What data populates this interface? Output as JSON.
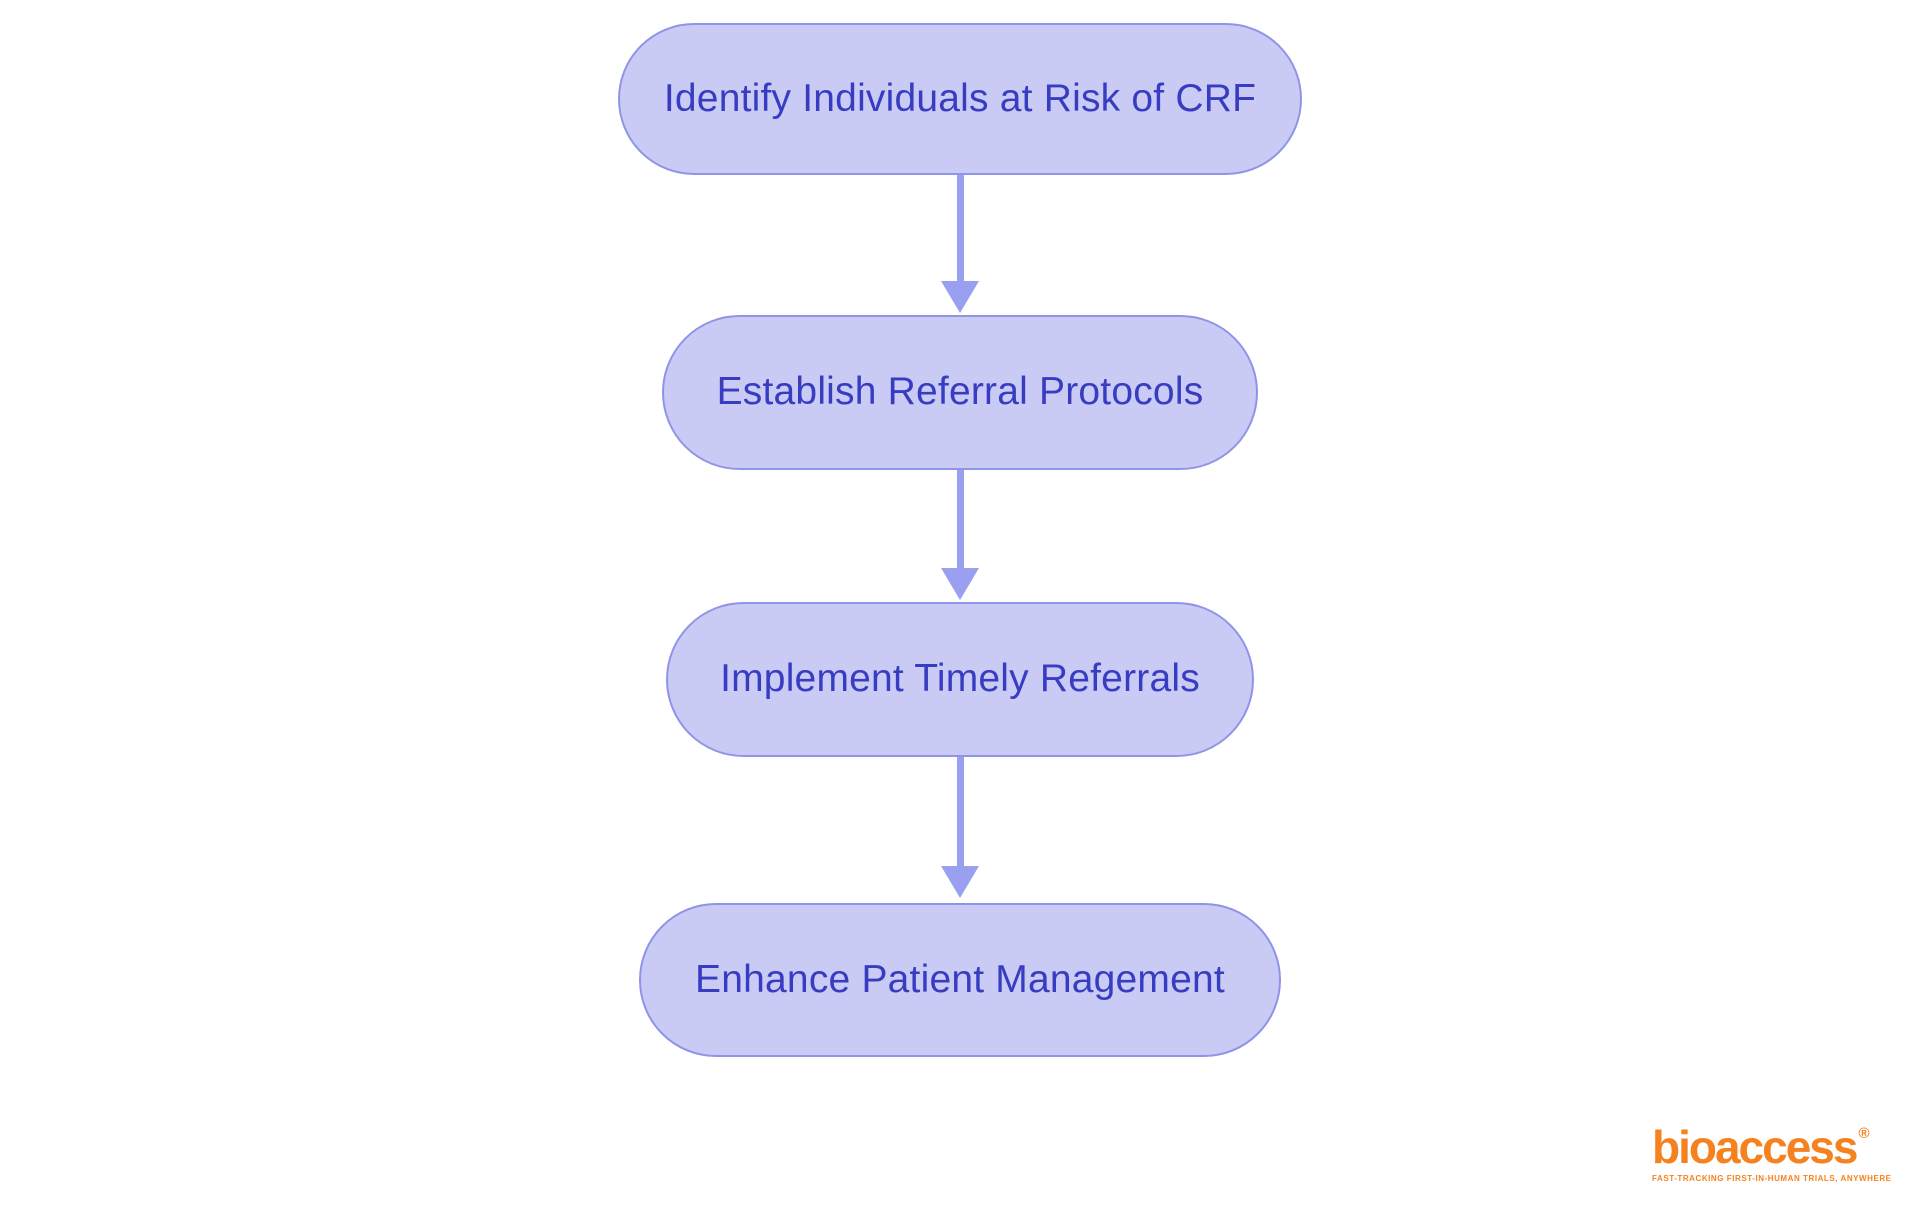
{
  "diagram": {
    "type": "flowchart",
    "direction": "top-down",
    "nodes": [
      {
        "id": "identify-risk",
        "label": "Identify Individuals at Risk of CRF"
      },
      {
        "id": "establish-protocols",
        "label": "Establish Referral Protocols"
      },
      {
        "id": "implement-referrals",
        "label": "Implement Timely Referrals"
      },
      {
        "id": "enhance-management",
        "label": "Enhance Patient Management"
      }
    ],
    "edges": [
      {
        "from": "identify-risk",
        "to": "establish-protocols"
      },
      {
        "from": "establish-protocols",
        "to": "implement-referrals"
      },
      {
        "from": "implement-referrals",
        "to": "enhance-management"
      }
    ]
  },
  "branding": {
    "logo_text": "bioaccess",
    "registered_mark": "®",
    "tagline": "FAST-TRACKING FIRST-IN-HUMAN TRIALS, ANYWHERE"
  },
  "theme": {
    "node_fill": "#c9cbf5",
    "node_border": "#8f95e6",
    "node_text": "#383cc1",
    "arrow": "#98a0ef",
    "brand_orange": "#f6821f",
    "page_bg": "#ffffff"
  }
}
